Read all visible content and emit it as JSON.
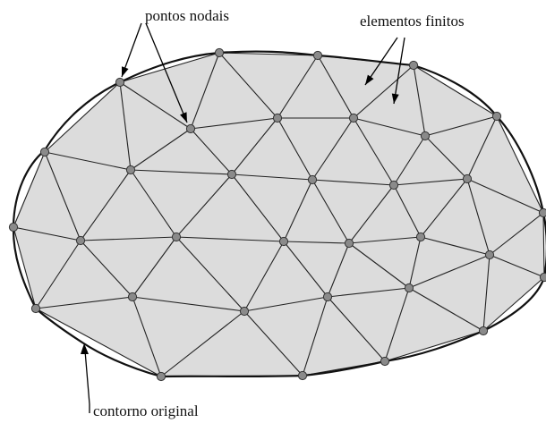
{
  "labels": {
    "nodes": "pontos nodais",
    "elements": "elementos finitos",
    "contour": "contorno original"
  },
  "colors": {
    "fill": "#dcdcdc",
    "edge": "#222222",
    "node": "#8a8a8a",
    "node_stroke": "#333333"
  }
}
